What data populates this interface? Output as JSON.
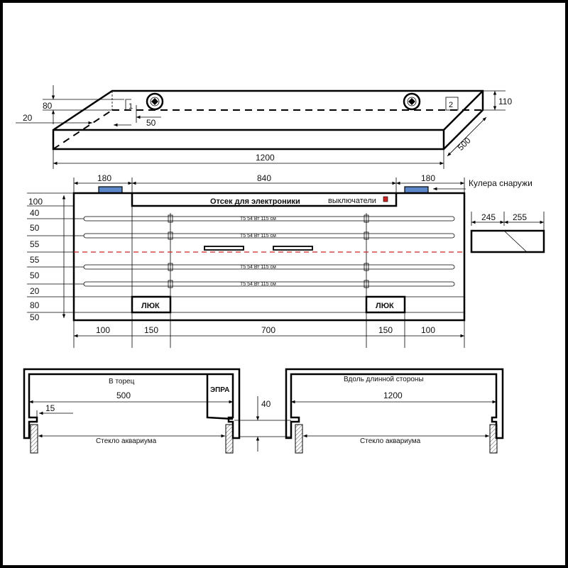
{
  "iso_view": {
    "dims": {
      "height_80": "80",
      "offset_20": "20",
      "gap_50": "50",
      "thickness_110": "110",
      "depth_500": "500",
      "length_1200": "1200"
    },
    "markers": {
      "m1": "1",
      "m2": "2"
    }
  },
  "plan_view": {
    "top_dims": [
      "180",
      "840",
      "180"
    ],
    "fans_label": "Кулера снаружи",
    "electronics_label": "Отсек для электроники",
    "switches_label": "выключатели",
    "lamp_label": "T5 54 Вт 115 см",
    "hatch_label": "ЛЮК",
    "row_dims": [
      "100",
      "40",
      "50",
      "55",
      "55",
      "50",
      "20",
      "80",
      "50"
    ],
    "bottom_dims": [
      "100",
      "150",
      "700",
      "150",
      "100"
    ],
    "fan_color": "#5b86c8",
    "switch_color": "#cc2222",
    "centerline_color": "#cc2222"
  },
  "side_detail": {
    "dims": [
      "245",
      "255"
    ]
  },
  "sections": {
    "left": {
      "title": "В торец",
      "width": "500",
      "lip": "15",
      "ballast": "ЭПРА",
      "glass": "Стекло аквариума"
    },
    "gap": "40",
    "right": {
      "title": "Вдоль длинной стороны",
      "width": "1200",
      "glass": "Стекло аквариума"
    }
  }
}
